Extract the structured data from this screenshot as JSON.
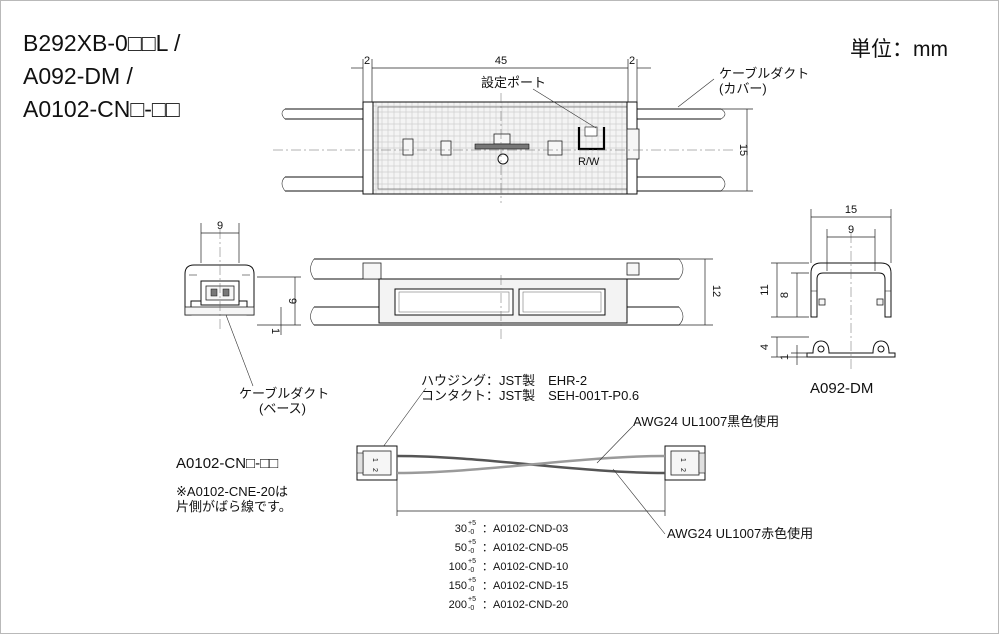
{
  "titles": {
    "line1": "B292XB-0□□L /",
    "line2": "A092-DM /",
    "line3": "A0102-CN□-□□",
    "unit": "単位：mm"
  },
  "top_view": {
    "dim_left": "2",
    "dim_total": "45",
    "dim_right": "2",
    "setting_port": "設定ポート",
    "rw": "R/W",
    "dim_height": "15",
    "duct_cover_line1": "ケーブルダクト",
    "duct_cover_line2": "(カバー)"
  },
  "end_view": {
    "dim_width": "9",
    "dim_height": "9",
    "dim_small": "1"
  },
  "side_view": {
    "dim_height": "12",
    "duct_base_line1": "ケーブルダクト",
    "duct_base_line2": "(ベース)"
  },
  "dm_view": {
    "dim_outer_width": "15",
    "dim_inner_width": "9",
    "dim_11": "11",
    "dim_8": "8",
    "dim_4": "4",
    "dim_1": "1",
    "label": "A092-DM"
  },
  "cable": {
    "housing": "ハウジング：JST製　EHR-2",
    "contact": "コンタクト：JST製　SEH-001T-P0.6",
    "awg_black": "AWG24 UL1007黒色使用",
    "awg_red": "AWG24 UL1007赤色使用",
    "label": "A0102-CN□-□□",
    "note_line1": "※A0102-CNE-20は",
    "note_line2": "片側がばら線です。",
    "pin_1": "1",
    "pin_2": "2",
    "tol_plus": "+5",
    "tol_minus": "-0",
    "lengths": [
      {
        "length": "30",
        "model": "：A0102-CND-03"
      },
      {
        "length": "50",
        "model": "：A0102-CND-05"
      },
      {
        "length": "100",
        "model": "：A0102-CND-10"
      },
      {
        "length": "150",
        "model": "：A0102-CND-15"
      },
      {
        "length": "200",
        "model": "：A0102-CND-20"
      }
    ]
  }
}
